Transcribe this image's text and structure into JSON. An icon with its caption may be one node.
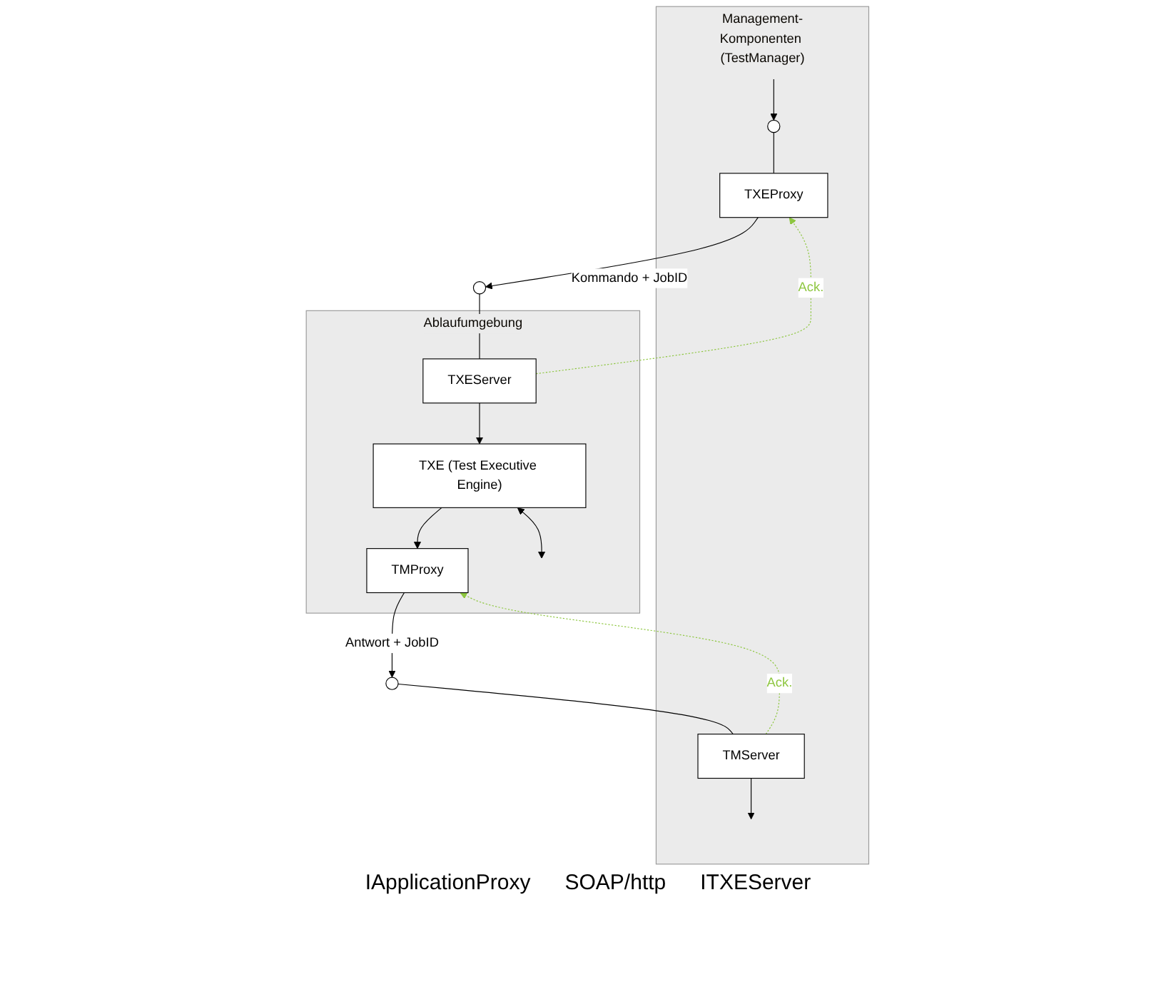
{
  "diagram": {
    "nodes": [
      {
        "text": [
          "Management-Komponenten (TestManager)"
        ]
      },
      {
        "text": [
          "TXEProxy"
        ],
        "in": 0
      },
      {
        "text": [
          "TMServer"
        ],
        "in": 0
      },
      {
        "text": [
          "Ablaufumgebung"
        ]
      },
      {
        "text": [
          "TXEServer"
        ],
        "in": 3
      },
      {
        "text": [
          "TMProxy"
        ],
        "in": 3
      },
      {
        "text": [
          "TXE (Test Executive Engine)"
        ],
        "in": 3
      },
      {
        "text": [],
        "shape": "circle",
        "in": 0
      },
      {
        "text": [],
        "shape": "circle"
      },
      {
        "text": [],
        "shape": "circle"
      }
    ],
    "edges": [
      {
        "from": null,
        "to": 7,
        "arrow": "to"
      },
      {
        "from": 7,
        "to": 1,
        "arrow": "none"
      },
      {
        "from": 2,
        "to": null,
        "arrow": "to"
      },
      {
        "from": 1,
        "to": 9,
        "arrow": "to",
        "label": "Kommando + JobID"
      },
      {
        "from": 9,
        "to": 4,
        "arrow": "none"
      },
      {
        "from": 4,
        "to": 1,
        "arrow": "to",
        "label": "Ack.",
        "style": "dashed",
        "color": "#8dc63f"
      },
      {
        "from": 5,
        "to": 8,
        "arrow": "to",
        "label": "Antwort + JobID"
      },
      {
        "from": 8,
        "to": 2,
        "arrow": "none"
      },
      {
        "from": 2,
        "to": 5,
        "arrow": "to",
        "label": "Ack.",
        "style": "dashed",
        "color": "#8dc63f"
      },
      {
        "from": 4,
        "to": 6,
        "arrow": "to"
      },
      {
        "from": 6,
        "to": 5,
        "arrow": "to"
      },
      {
        "from": 6,
        "to": null,
        "arrow": "both"
      }
    ],
    "labels": [
      "IApplicationProxy",
      "SOAP/http",
      "ITXEServer"
    ]
  }
}
